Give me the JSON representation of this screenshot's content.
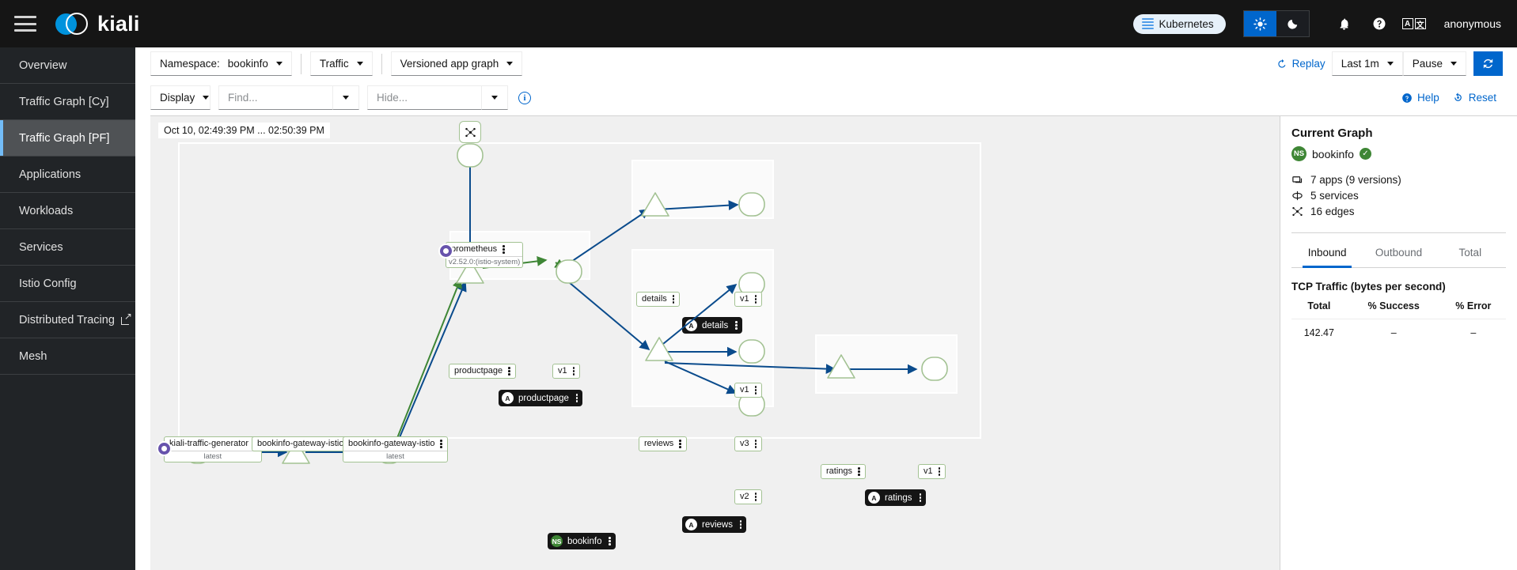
{
  "masthead": {
    "brand_name": "kiali",
    "menu_icon": "hamburger-menu-icon",
    "cluster_chip": {
      "label": "Kubernetes",
      "icon": "kubernetes-icon"
    },
    "theme": {
      "light_icon": "sun-icon",
      "dark_icon": "moon-icon",
      "active": "light"
    },
    "notifications_icon": "bell-icon",
    "help_icon": "question-circle-icon",
    "language_icon": "language-icon",
    "language_glyphs": {
      "latin": "A",
      "cjk": "文"
    },
    "user": "anonymous"
  },
  "sidebar": {
    "items": [
      {
        "label": "Overview",
        "active": false,
        "external": false
      },
      {
        "label": "Traffic Graph [Cy]",
        "active": false,
        "external": false
      },
      {
        "label": "Traffic Graph [PF]",
        "active": true,
        "external": false
      },
      {
        "label": "Applications",
        "active": false,
        "external": false
      },
      {
        "label": "Workloads",
        "active": false,
        "external": false
      },
      {
        "label": "Services",
        "active": false,
        "external": false
      },
      {
        "label": "Istio Config",
        "active": false,
        "external": false
      },
      {
        "label": "Distributed Tracing",
        "active": false,
        "external": true
      },
      {
        "label": "Mesh",
        "active": false,
        "external": false
      }
    ]
  },
  "toolbar": {
    "namespace_label": "Namespace:",
    "namespace_value": "bookinfo",
    "traffic_label": "Traffic",
    "graph_type": "Versioned app graph",
    "replay_label": "Replay",
    "replay_icon": "history-icon",
    "duration": "Last 1m",
    "refresh_mode": "Pause",
    "refresh_icon": "sync-icon",
    "display_label": "Display",
    "find_placeholder": "Find...",
    "find_value": "",
    "hide_placeholder": "Hide...",
    "hide_value": "",
    "info_icon": "info-circle-icon",
    "help_label": "Help",
    "help_icon": "help-circle-icon",
    "reset_label": "Reset",
    "reset_icon": "reset-icon"
  },
  "graph": {
    "time_range": "Oct 10, 02:49:39 PM ... 02:50:39 PM",
    "namespace_badge": {
      "initials": "NS",
      "label": "bookinfo",
      "color": "#3e8635"
    },
    "legend_icon": "topology-icon",
    "nodes": [
      {
        "id": "prometheus",
        "label": "prometheus",
        "sub": "v2.52.0:(istio-system)",
        "badge": "service-entry"
      },
      {
        "id": "productpage-svc",
        "label": "productpage",
        "sub": ""
      },
      {
        "id": "productpage-v1",
        "label": "v1",
        "sub": ""
      },
      {
        "id": "details-svc",
        "label": "details",
        "sub": ""
      },
      {
        "id": "details-v1",
        "label": "v1",
        "sub": ""
      },
      {
        "id": "reviews-svc",
        "label": "reviews",
        "sub": ""
      },
      {
        "id": "reviews-v1",
        "label": "v1",
        "sub": ""
      },
      {
        "id": "reviews-v2",
        "label": "v2",
        "sub": ""
      },
      {
        "id": "reviews-v3",
        "label": "v3",
        "sub": ""
      },
      {
        "id": "ratings-svc",
        "label": "ratings",
        "sub": ""
      },
      {
        "id": "ratings-v1",
        "label": "v1",
        "sub": ""
      },
      {
        "id": "kiali-traffic-generator",
        "label": "kiali-traffic-generator",
        "sub": "latest",
        "badge": "service-entry"
      },
      {
        "id": "bookinfo-gateway-istio-svc",
        "label": "bookinfo-gateway-istio",
        "sub": ""
      },
      {
        "id": "bookinfo-gateway-istio-wl",
        "label": "bookinfo-gateway-istio",
        "sub": "latest"
      }
    ],
    "app_badges": [
      {
        "initials": "A",
        "label": "details"
      },
      {
        "initials": "A",
        "label": "productpage"
      },
      {
        "initials": "A",
        "label": "reviews"
      },
      {
        "initials": "A",
        "label": "ratings"
      }
    ]
  },
  "panel": {
    "title": "Current Graph",
    "namespace": "bookinfo",
    "namespace_initials": "NS",
    "health_icon": "check-circle-icon",
    "stats": [
      {
        "icon": "apps-icon",
        "text": "7 apps (9 versions)"
      },
      {
        "icon": "services-icon",
        "text": "5 services"
      },
      {
        "icon": "edges-icon",
        "text": "16 edges"
      }
    ],
    "tabs": [
      {
        "label": "Inbound",
        "active": true
      },
      {
        "label": "Outbound",
        "active": false
      },
      {
        "label": "Total",
        "active": false
      }
    ],
    "table_title": "TCP Traffic (bytes per second)",
    "table_headers": [
      "Total",
      "% Success",
      "% Error"
    ],
    "table_rows": [
      [
        "142.47",
        "–",
        "–"
      ]
    ]
  }
}
